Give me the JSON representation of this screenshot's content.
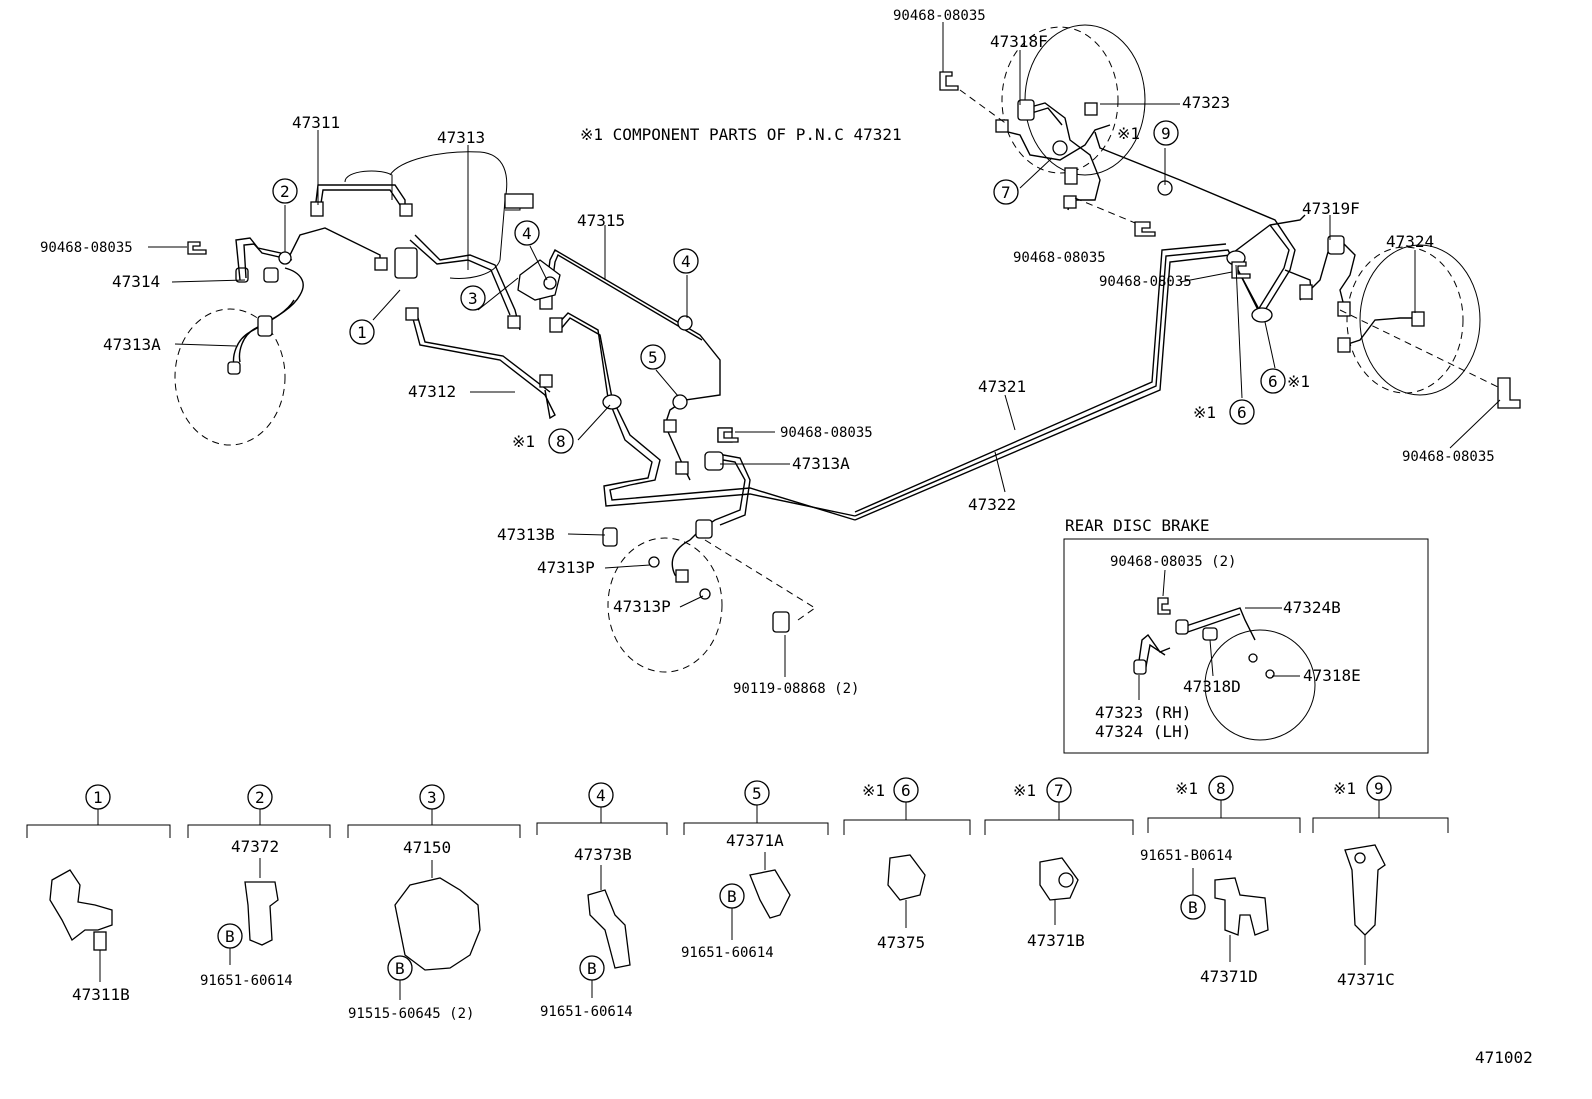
{
  "header_note": "※1 COMPONENT PARTS OF P.N.C 47321",
  "diagram_code": "471002",
  "part_labels": {
    "p47311": "47311",
    "p47313": "47313",
    "p47315": "47315",
    "p90468_front_lh": "90468-08035",
    "p47314": "47314",
    "p47313A_left": "47313A",
    "p47312": "47312",
    "p47313A_center": "47313A",
    "p90468_center": "90468-08035",
    "p47313B": "47313B",
    "p47313P_a": "47313P",
    "p47313P_b": "47313P",
    "p90119": "90119-08868 (2)",
    "p47321": "47321",
    "p47322": "47322",
    "p90468_top": "90468-08035",
    "p47318F": "47318F",
    "p47323": "47323",
    "p90468_mid": "90468-08035",
    "p90468_mid2": "90468-08035",
    "p47319F": "47319F",
    "p47324": "47324",
    "p90468_right": "90468-08035"
  },
  "markers": {
    "m1": "1",
    "m2": "2",
    "m3": "3",
    "m4a": "4",
    "m4b": "4",
    "m5": "5",
    "m6a": "6",
    "m6a_note": "※1",
    "m6b": "6",
    "m6b_note": "※1",
    "m7": "7",
    "m8": "8",
    "m8_note": "※1",
    "m9": "9",
    "m9_note": "※1"
  },
  "rear_disc_inset": {
    "title": "REAR DISC BRAKE",
    "clip": "90468-08035 (2)",
    "hose": "47324B",
    "bolt": "47318D",
    "gasket": "47318E",
    "tube_rh": "47323 (RH)",
    "tube_lh": "47324 (LH)"
  },
  "legend": [
    {
      "num": "1",
      "note": "",
      "part": "47311B",
      "bolt_mark": "",
      "bolt": ""
    },
    {
      "num": "2",
      "note": "",
      "part": "47372",
      "bolt_mark": "B",
      "bolt": "91651-60614"
    },
    {
      "num": "3",
      "note": "",
      "part": "47150",
      "bolt_mark": "B",
      "bolt": "91515-60645 (2)"
    },
    {
      "num": "4",
      "note": "",
      "part": "47373B",
      "bolt_mark": "B",
      "bolt": "91651-60614"
    },
    {
      "num": "5",
      "note": "",
      "part": "47371A",
      "bolt_mark": "B",
      "bolt": "91651-60614"
    },
    {
      "num": "6",
      "note": "※1",
      "part": "47375",
      "bolt_mark": "",
      "bolt": ""
    },
    {
      "num": "7",
      "note": "※1",
      "part": "47371B",
      "bolt_mark": "",
      "bolt": ""
    },
    {
      "num": "8",
      "note": "※1",
      "part": "47371D",
      "bolt_mark": "B",
      "bolt": "91651-B0614"
    },
    {
      "num": "9",
      "note": "※1",
      "part": "47371C",
      "bolt_mark": "",
      "bolt": ""
    }
  ]
}
